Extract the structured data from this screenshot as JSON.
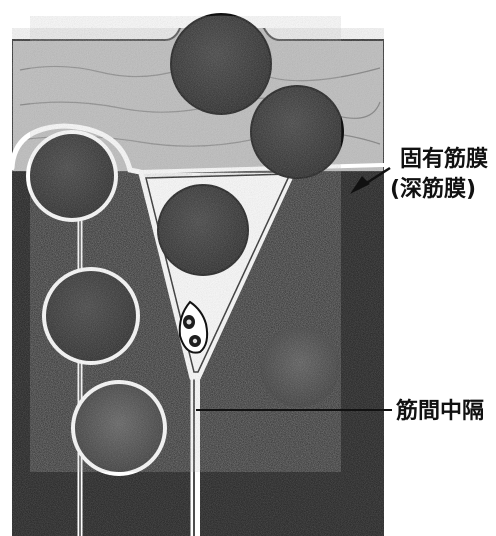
{
  "labels": {
    "fascia_line1": "固有筋膜",
    "fascia_line2": "(深筋膜)",
    "septum": "筋間中隔"
  },
  "colors": {
    "background": "#ffffff",
    "fascia_fill": "#bdbdbd",
    "muscle_dark": "#141414",
    "fiber_dark": "#2a2a2a",
    "fiber_mid": "#4a4a4a",
    "fiber_light": "#6e6e6e",
    "outline": "#ffffff",
    "ink": "#111111"
  }
}
